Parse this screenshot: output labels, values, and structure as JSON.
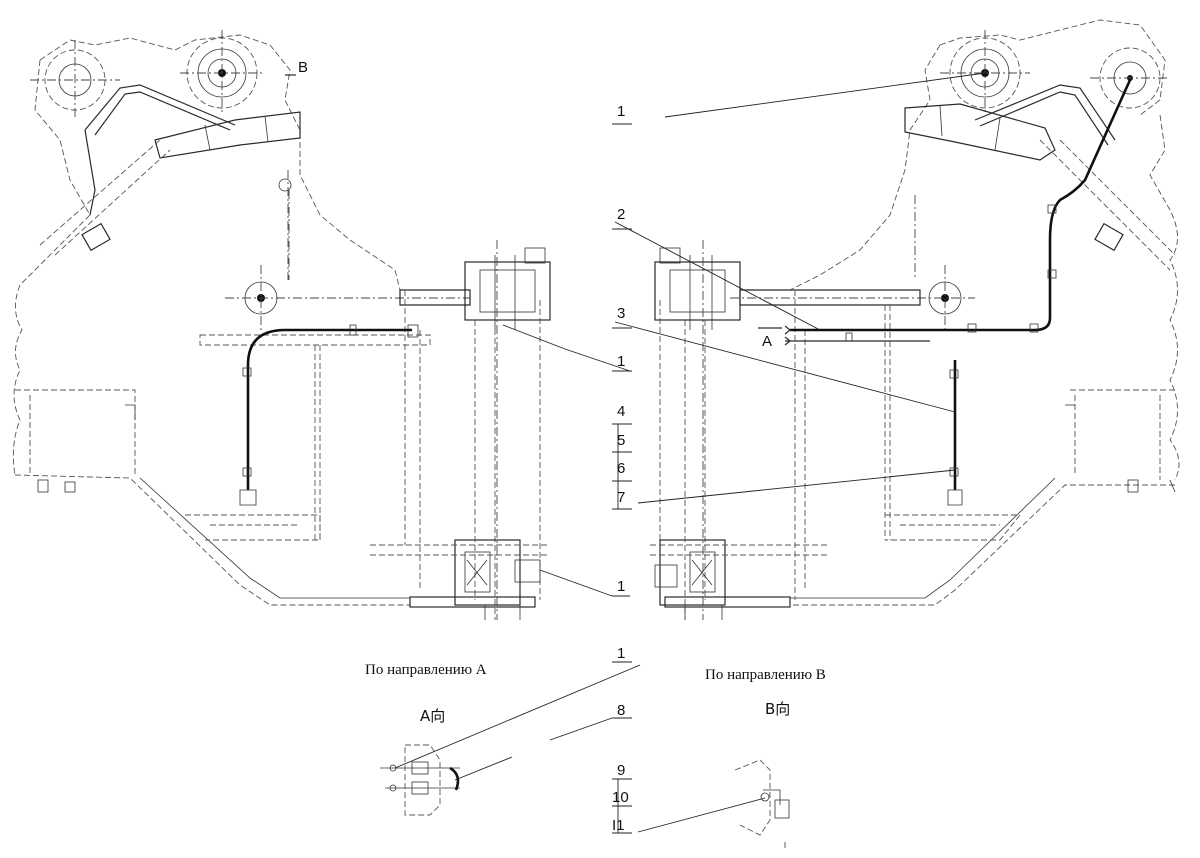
{
  "view_marks": {
    "b_top": "B",
    "a_mid": "A"
  },
  "callouts": {
    "c1_top": "1",
    "c2": "2",
    "c3": "3",
    "c1_mid": "1",
    "c4": "4",
    "c5": "5",
    "c6": "6",
    "c7": "7",
    "c1_low": "1",
    "c1_a": "1",
    "c8": "8",
    "c9": "9",
    "c10": "10",
    "c11": "I1"
  },
  "captions": {
    "view_a_ru": "По направлению А",
    "view_a_cn": "A向",
    "view_b_ru": "По направлению В",
    "view_b_cn": "B向"
  }
}
